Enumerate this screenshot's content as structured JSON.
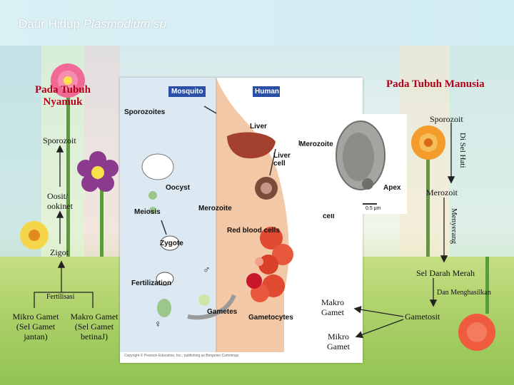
{
  "title": {
    "prefix": "Daur Hidup ",
    "italic": "Plasmodium sp"
  },
  "headings": {
    "mosquito_body": "Pada Tubuh\nNyamuk",
    "human_body": "Pada Tubuh Manusia"
  },
  "labels": {
    "sporozoit_right": "Sporozoit",
    "sporozoit_left": "Sporozoit",
    "di_sel_hati": "Di Sel Hati",
    "merozoit": "Merozoit",
    "oosit": "Oosit/\nookinet",
    "menyerang": "Menyerang",
    "zigot": "Zigot",
    "sel_darah_merah": "Sel Darah Merah",
    "dan_menghasilkan": "Dan Menghasilkan",
    "gametosit": "Gametosit",
    "fertilisasi": "Fertilisasi",
    "mikro_gamet_jantan": "Mikro Gamet\n(Sel Gamet\njantan)",
    "makro_gamet_betina": "Makro Gamet\n(Sel Gamet\nbetinaJ)",
    "makro_gamet": "Makro\nGamet",
    "mikro_gamet": "Mikro\nGamet"
  },
  "figure": {
    "mosquito_tab": "Mosquito",
    "human_tab": "Human",
    "sporozoites": "Sporozoites",
    "liver": "Liver",
    "liver_cell": "Liver\ncell",
    "merozoite_top": "Merozoite",
    "apex": "Apex",
    "scale": "0.5 μm",
    "oocyst": "Oocyst",
    "meiosis": "Meiosis",
    "merozoite_mid": "Merozoite",
    "red_blood_cell": "Red blood\ncell",
    "red_blood_cells": "Red blood cells",
    "zygote": "Zygote",
    "fertilization": "Fertilization",
    "gametes": "Gametes",
    "gametocytes": "Gametocytes",
    "male_symbol": "♂",
    "female_symbol": "♀",
    "copyright": "Copyright © Pearson Education, Inc., publishing as Benjamin Cummings"
  },
  "colors": {
    "heading": "#b0001a",
    "mosquito_tab": "#2b4fa6",
    "human_tab": "#2b4fa6",
    "rbc": "#e04a30",
    "background_sky": "#d2edf2",
    "grass": "#9cc65c"
  },
  "icons": [
    "pink-flower-icon",
    "purple-flower-icon",
    "orange-flower-icon",
    "yellow-flower-icon",
    "red-dot-icon"
  ]
}
